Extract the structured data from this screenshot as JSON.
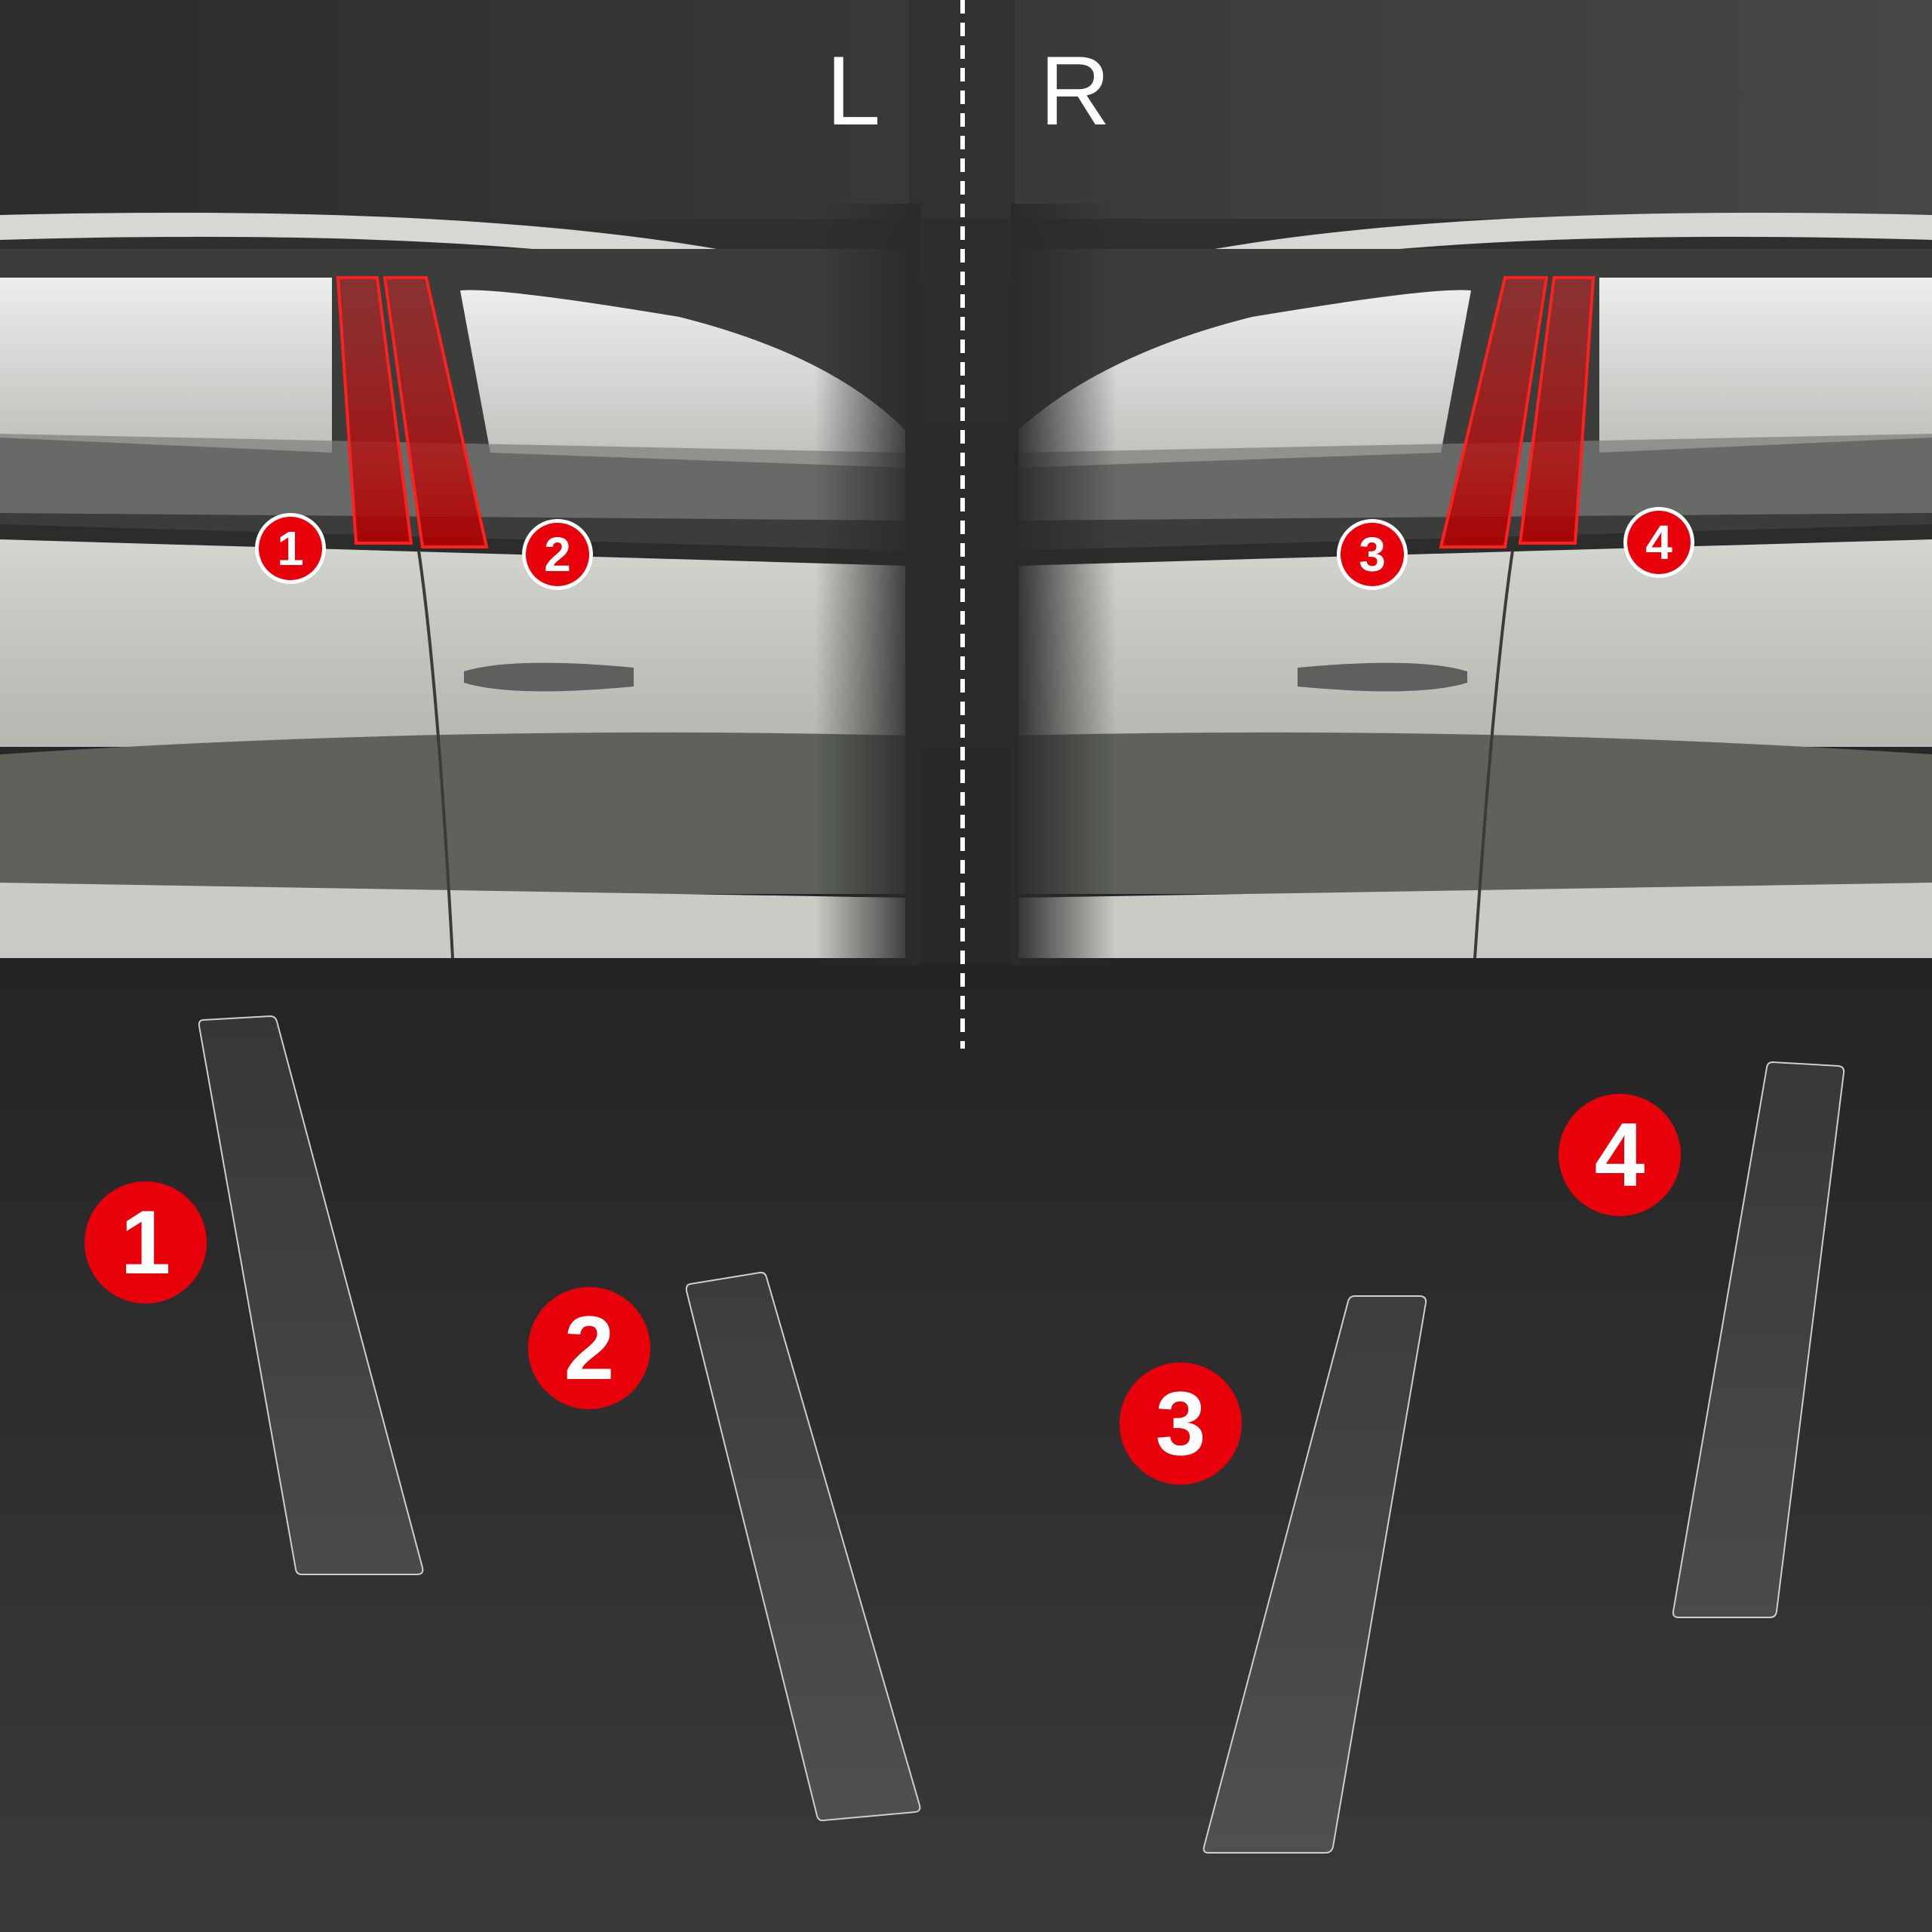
{
  "labels": {
    "left": "L",
    "right": "R"
  },
  "markers": {
    "car_left": [
      "1",
      "2"
    ],
    "car_right": [
      "3",
      "4"
    ],
    "film_pieces": [
      "1",
      "2",
      "3",
      "4"
    ]
  },
  "colors": {
    "background_top": "#3a3a3a",
    "background_bottom": "#262626",
    "car_body": "#c8cbc4",
    "car_shadow_band": "#5e625b",
    "highlight_red": "#e8000b",
    "film_outline": "#cfcfcf"
  }
}
